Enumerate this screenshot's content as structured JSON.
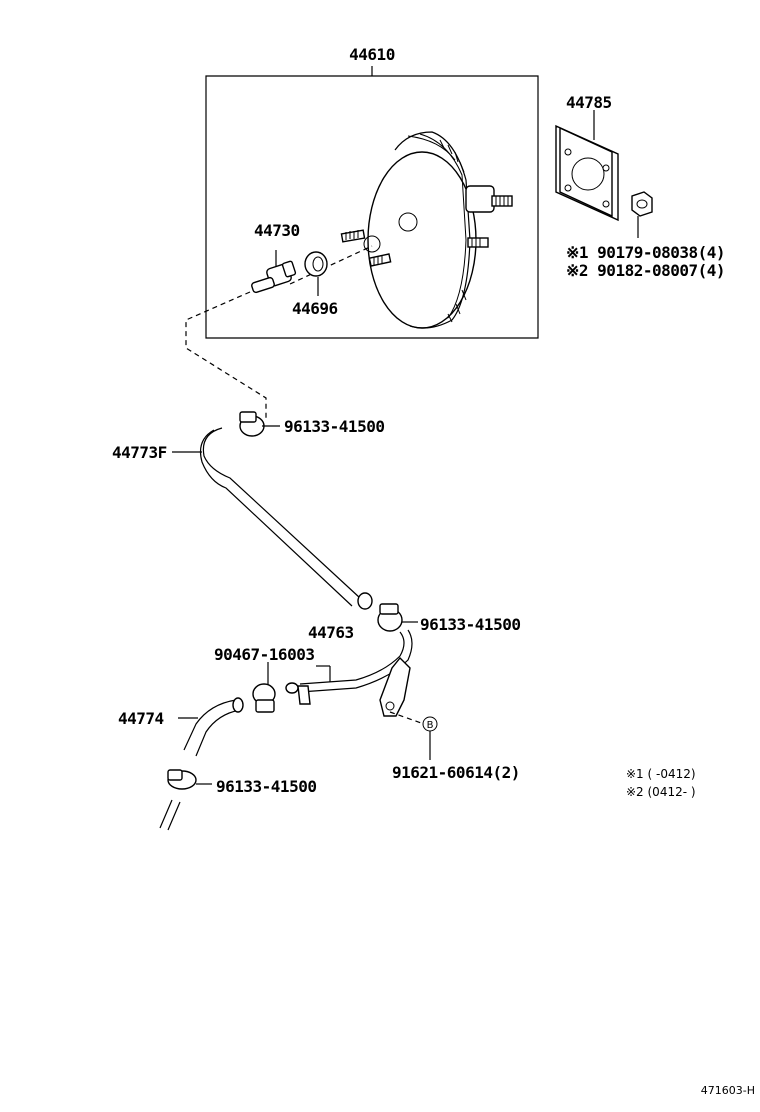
{
  "parts": {
    "booster_assy": "44610",
    "gasket": "44785",
    "check_valve": "44730",
    "grommet": "44696",
    "hose_upper": "44773F",
    "pipe": "44763",
    "hose_lower": "44774",
    "clamp_a": "96133-41500",
    "clamp_b": "96133-41500",
    "clamp_c": "96133-41500",
    "clip": "90467-16003",
    "bolt": "91621-60614(2)",
    "nut_1": "※1 90179-08038(4)",
    "nut_2": "※2 90182-08007(4)",
    "callout_b": "B"
  },
  "notes": {
    "note_1": "※1  (      -0412)",
    "note_2": "※2  (0412-      )"
  },
  "footer": {
    "diagram_id": "471603-H"
  }
}
